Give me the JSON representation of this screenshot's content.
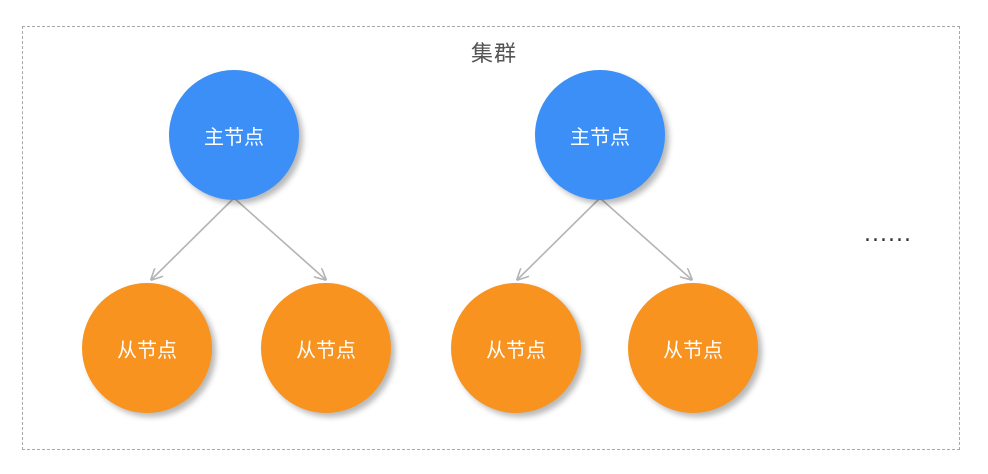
{
  "cluster": {
    "label": "集群"
  },
  "groups": [
    {
      "master": {
        "label": "主节点"
      },
      "slaves": [
        {
          "label": "从节点"
        },
        {
          "label": "从节点"
        }
      ]
    },
    {
      "master": {
        "label": "主节点"
      },
      "slaves": [
        {
          "label": "从节点"
        },
        {
          "label": "从节点"
        }
      ]
    }
  ],
  "more": "......",
  "colors": {
    "master": "#3b8ff6",
    "slave": "#f7931e",
    "edge": "#b4b4b4",
    "border": "#a8a8a8"
  }
}
